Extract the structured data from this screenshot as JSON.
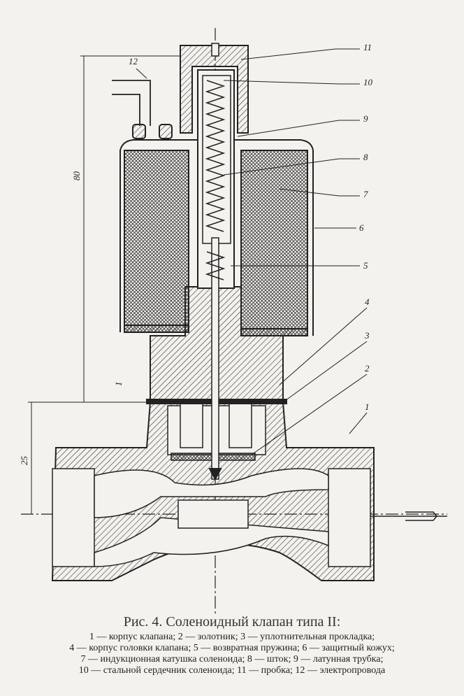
{
  "figure": {
    "title": "Рис. 4. Соленоидный клапан типа II:",
    "legend_lines": [
      "1 — корпус клапана; 2 — золотник; 3 — уплотнительная прокладка;",
      "4 — корпус головки клапана; 5 — возвратная пружина; 6 — защитный кожух;",
      "7 — индукционная катушка соленоида; 8 — шток; 9 — латунная трубка;",
      "10 — стальной сердечник соленоида; 11 — пробка; 12 — электропровода"
    ],
    "callouts": [
      "1",
      "2",
      "3",
      "4",
      "5",
      "6",
      "7",
      "8",
      "9",
      "10",
      "11",
      "12"
    ],
    "dimensions": {
      "overall": "80",
      "base": "25",
      "gap": "1"
    }
  }
}
